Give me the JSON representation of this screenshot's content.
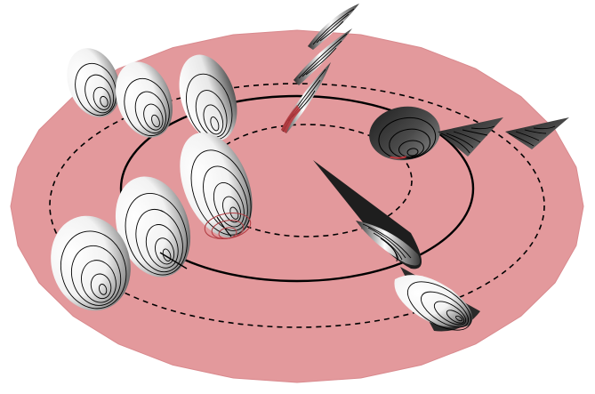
{
  "figure": {
    "colors": {
      "background": "#ffffff",
      "disk_fill": "#e3999c",
      "disk_edge": "#d98a8e",
      "ring_stroke": "#000000",
      "marker_light": "#ffffff",
      "marker_dark": "#3a3a3a",
      "marker_accent": "#c0393f",
      "contour_stroke": "#000000"
    },
    "rings": [
      {
        "name": "outer",
        "style": "dashed"
      },
      {
        "name": "middle",
        "style": "solid"
      },
      {
        "name": "inner",
        "style": "dashed"
      }
    ],
    "markers": [
      {
        "id": "m1",
        "shade": "light",
        "contours": 4
      },
      {
        "id": "m2",
        "shade": "light",
        "contours": 4
      },
      {
        "id": "m3",
        "shade": "light",
        "contours": 4
      },
      {
        "id": "m4",
        "shade": "light",
        "contours": 5
      },
      {
        "id": "m5",
        "shade": "light",
        "contours": 5
      },
      {
        "id": "m6",
        "shade": "light",
        "contours": 5
      },
      {
        "id": "m7",
        "shade": "dark",
        "contours": 4
      },
      {
        "id": "m8",
        "shade": "dark",
        "contours": 5
      },
      {
        "id": "m9",
        "shade": "dark",
        "contours": 4
      },
      {
        "id": "m10",
        "shade": "dark",
        "contours": 3
      },
      {
        "id": "m11",
        "shade": "dark",
        "contours": 3
      },
      {
        "id": "m12",
        "shade": "dark",
        "contours": 4
      },
      {
        "id": "m13",
        "shade": "light",
        "contours": 5
      },
      {
        "id": "m14",
        "shade": "light",
        "contours": 5
      }
    ]
  }
}
